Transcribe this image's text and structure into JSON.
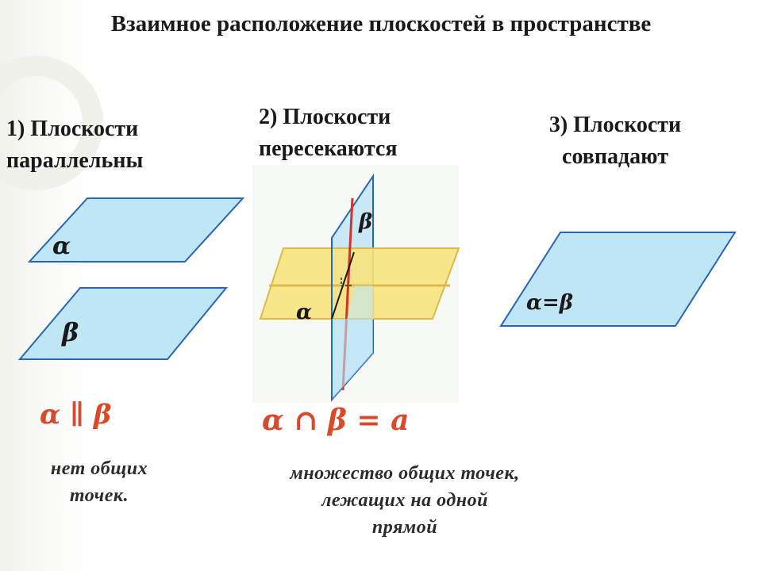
{
  "title": "Взаимное расположение плоскостей в пространстве",
  "cases": [
    {
      "heading_line1": "1) Плоскости",
      "heading_line2": "параллельны",
      "plane_top_label": "α",
      "plane_bottom_label": "β",
      "relation": "α ∥ β",
      "caption_line1": "нет общих",
      "caption_line2": "точек."
    },
    {
      "heading_line1": "2) Плоскости",
      "heading_line2": "пересекаются",
      "vertical_plane_label": "β",
      "horizontal_plane_label": "α",
      "relation": "α ∩ β = a",
      "caption_line1": "множество общих точек,",
      "caption_line2": "лежащих на одной",
      "caption_line3": "прямой"
    },
    {
      "heading_line1": "3) Плоскости",
      "heading_line2": "совпадают",
      "plane_label": "α=β"
    }
  ],
  "colors": {
    "plane_fill": "#bfe6f5",
    "plane_stroke": "#2a64b4",
    "yellow_plane": "#f7e37e",
    "yellow_stroke": "#e0b84a",
    "red_line": "#d2342c",
    "relation_red": "#d94a2b"
  }
}
